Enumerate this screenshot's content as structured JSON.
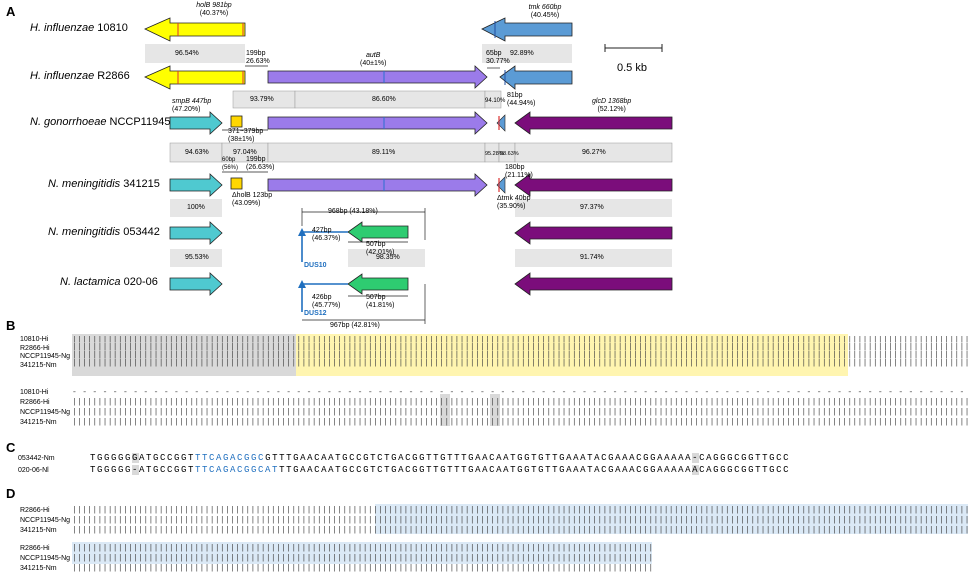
{
  "panels": {
    "a": "A",
    "b": "B",
    "c": "C",
    "d": "D"
  },
  "colors": {
    "holB": "#ffff00",
    "tmk": "#5b9bd5",
    "autB": "#9b7bea",
    "smpB": "#4fc9d0",
    "glcD": "#7b0d7b",
    "hypo": "#2ecc71",
    "box": "#e6e6e6",
    "dus": "#1f6fbf",
    "yellow_hl": "#fff5b0",
    "grey_hl": "#d9d9d9",
    "blue_hl": "#dbe9f6"
  },
  "strains": [
    {
      "genus": "H. influenzae",
      "strain": "10810"
    },
    {
      "genus": "H. influenzae",
      "strain": "R2866"
    },
    {
      "genus": "N. gonorrhoeae",
      "strain": "NCCP11945"
    },
    {
      "genus": "N. meningitidis",
      "strain": "341215"
    },
    {
      "genus": "N. meningitidis",
      "strain": "053442"
    },
    {
      "genus": "N. lactamica",
      "strain": "020-06"
    }
  ],
  "genes": {
    "holB": "holB 981bp",
    "holB_pct": "(40.37%)",
    "tmk": "tmk 660bp",
    "tmk_pct": "(40.45%)",
    "autB": "autB",
    "autB_pct": "(40±1%)",
    "smpB": "smpB 447bp",
    "smpB_pct": "(47.20%)",
    "glcD": "glcD 1368bp",
    "glcD_pct": "(52.12%)"
  },
  "scale": "0.5 kb",
  "identities": {
    "hi1_left": "96.54%",
    "hi1_right": "92.89%",
    "hi2_a": "93.79%",
    "hi2_b": "86.60%",
    "hi2_c": "94.10%",
    "ng_a": "94.63%",
    "ng_b": "97.04%",
    "ng_c": "89.11%",
    "ng_d": "95.28%",
    "ng_e": "98.63%",
    "ng_f": "96.27%",
    "nm_a": "100%",
    "nm_b": "97.37%",
    "nm2_a": "95.53%",
    "nm2_b": "98.35%",
    "nm2_c": "91.74%"
  },
  "annotations": {
    "a199": "199bp",
    "a2663": "26.63%",
    "a65": "65bp",
    "a3077": "30.77%",
    "a81": "81bp",
    "a4494": "(44.94%)",
    "a371": "371~379bp",
    "a38": "(38±1%)",
    "a60": "60bp",
    "a56": "(56%)",
    "a199b": "199bp",
    "a2663b": "(26.63%)",
    "a180": "180bp",
    "a2111": "(21.11%)",
    "aholB": "ΔholB 123bp",
    "aholBp": "(43.09%)",
    "atmk": "Δtmk 40bp",
    "atmkp": "(35.90%)",
    "a968": "968bp (43.18%)",
    "a427": "427bp",
    "a4637": "(46.37%)",
    "a507a": "507bp",
    "a4201": "(42.01%)",
    "dus10": "DUS10",
    "a426": "426bp",
    "a4577": "(45.77%)",
    "a507b": "507bp",
    "a4181": "(41.81%)",
    "dus12": "DUS12",
    "a967": "967bp (42.81%)"
  },
  "alignment_b": {
    "labels1": [
      "10810-Hi",
      "R2866-Hi",
      "NCCP11945-Ng",
      "341215-Nm"
    ],
    "labels2": [
      "10810-Hi",
      "R2866-Hi",
      "NCCP11945-Ng",
      "341215-Nm"
    ]
  },
  "alignment_c": {
    "labels": [
      "053442-Nm",
      "020-06-Nl"
    ],
    "seq1_a": "TGGGGG",
    "seq1_b": "G",
    "seq1_c": "ATGCCGGT",
    "seq1_dus": "TTCAGACGGC",
    "seq1_d": "GTTTGAACAATGCCGTCTGACGGTTGTTTGAACAATGGTGTTGAAATACGAAACGGAAAAA",
    "seq1_e": "-",
    "seq1_f": "CAGGGCGGTTGCC",
    "seq2_a": "TGGGGG",
    "seq2_b": "-",
    "seq2_c": "ATGCCGGT",
    "seq2_dus": "TTCAGACGGCAT",
    "seq2_d": "TTGAACAATGCCGTCTGACGGTTGTTTGAACAATGGTGTTGAAATACGAAACGGAAAAA",
    "seq2_e": "A",
    "seq2_f": "CAGGGCGGTTGCC"
  },
  "alignment_d": {
    "labels1": [
      "R2866-Hi",
      "NCCP11945-Ng",
      "341215-Nm"
    ],
    "labels2": [
      "R2866-Hi",
      "NCCP11945-Ng",
      "341215-Nm"
    ]
  }
}
